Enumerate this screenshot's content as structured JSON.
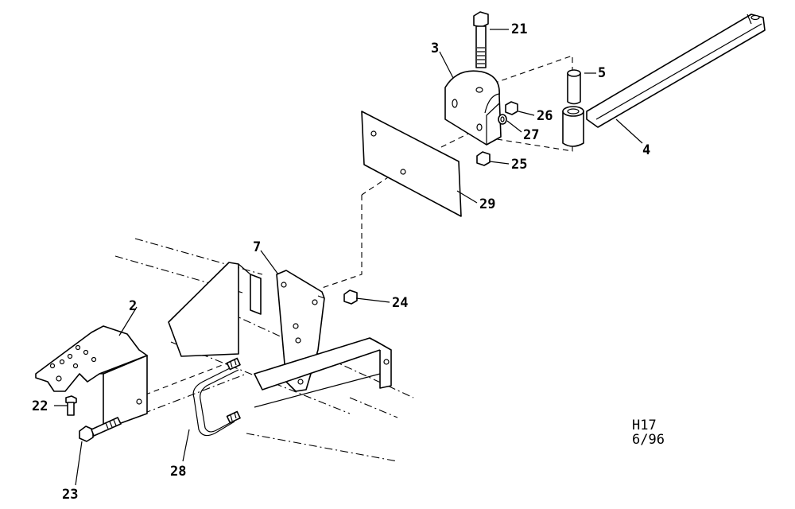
{
  "callouts": {
    "p2": "2",
    "p3": "3",
    "p4": "4",
    "p5": "5",
    "p7": "7",
    "p21": "21",
    "p22": "22",
    "p23": "23",
    "p24": "24",
    "p25": "25",
    "p26": "26",
    "p27": "27",
    "p28": "28",
    "p29": "29"
  },
  "drawing_code": {
    "line1": "H17",
    "line2": "6/96"
  }
}
